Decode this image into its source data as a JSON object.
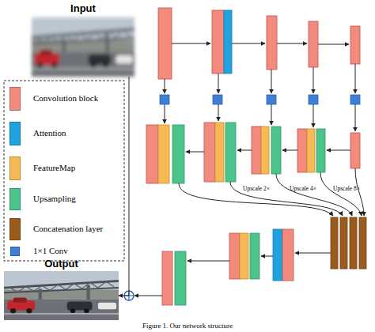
{
  "diagram": {
    "caption": "Figure 1. Our network structure",
    "nodes": [
      {
        "text": [
          "Input"
        ]
      },
      {
        "text": [
          "Output"
        ]
      }
    ],
    "edges": [
      {
        "from": 0,
        "to": 1,
        "arrow": "to"
      }
    ],
    "labels": [
      "Upscale 2×",
      "Upscale 4×",
      "Upscale 8×"
    ],
    "legend": [
      {
        "text": "Convolution block",
        "color": "#f28b7d"
      },
      {
        "text": "Attention",
        "color": "#1fa3e0"
      },
      {
        "text": "FeatureMap",
        "color": "#f7b955"
      },
      {
        "text": "Upsampling",
        "color": "#4dc38c"
      },
      {
        "text": "Concatenation layer",
        "color": "#9a5b1d"
      },
      {
        "text": "1×1 Conv",
        "color": "#3f7fd6"
      }
    ]
  }
}
